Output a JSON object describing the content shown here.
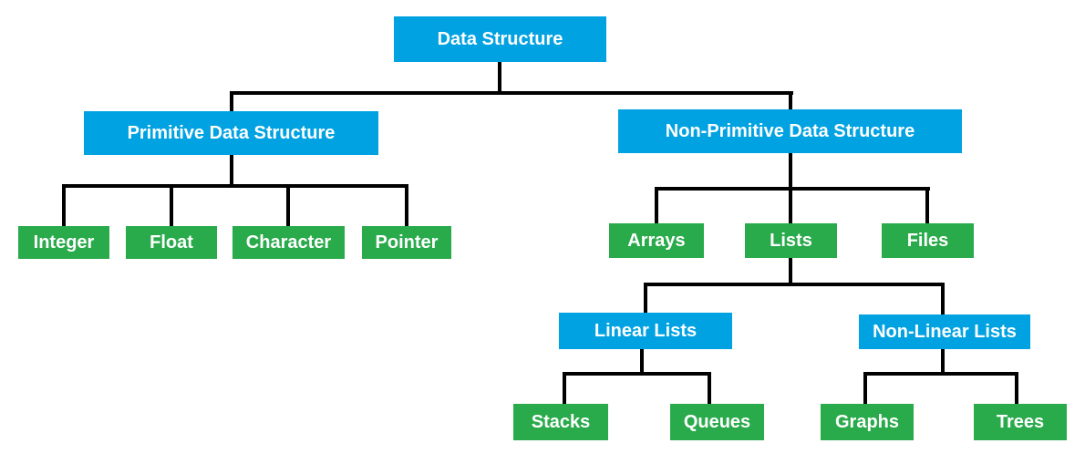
{
  "colors": {
    "category_box": "#00A2E2",
    "leaf_box": "#29AA4B",
    "connector": "#000000",
    "box_text": "#FFFFFF",
    "background": "#FFFFFF"
  },
  "tree": {
    "label": "Data Structure",
    "type": "category",
    "children": [
      {
        "label": "Primitive Data Structure",
        "type": "category",
        "children": [
          {
            "label": "Integer",
            "type": "leaf"
          },
          {
            "label": "Float",
            "type": "leaf"
          },
          {
            "label": "Character",
            "type": "leaf"
          },
          {
            "label": "Pointer",
            "type": "leaf"
          }
        ]
      },
      {
        "label": "Non-Primitive Data Structure",
        "type": "category",
        "children": [
          {
            "label": "Arrays",
            "type": "leaf"
          },
          {
            "label": "Lists",
            "type": "leaf",
            "children": [
              {
                "label": "Linear Lists",
                "type": "category",
                "children": [
                  {
                    "label": "Stacks",
                    "type": "leaf"
                  },
                  {
                    "label": "Queues",
                    "type": "leaf"
                  }
                ]
              },
              {
                "label": "Non-Linear Lists",
                "type": "category",
                "children": [
                  {
                    "label": "Graphs",
                    "type": "leaf"
                  },
                  {
                    "label": "Trees",
                    "type": "leaf"
                  }
                ]
              }
            ]
          },
          {
            "label": "Files",
            "type": "leaf"
          }
        ]
      }
    ]
  }
}
